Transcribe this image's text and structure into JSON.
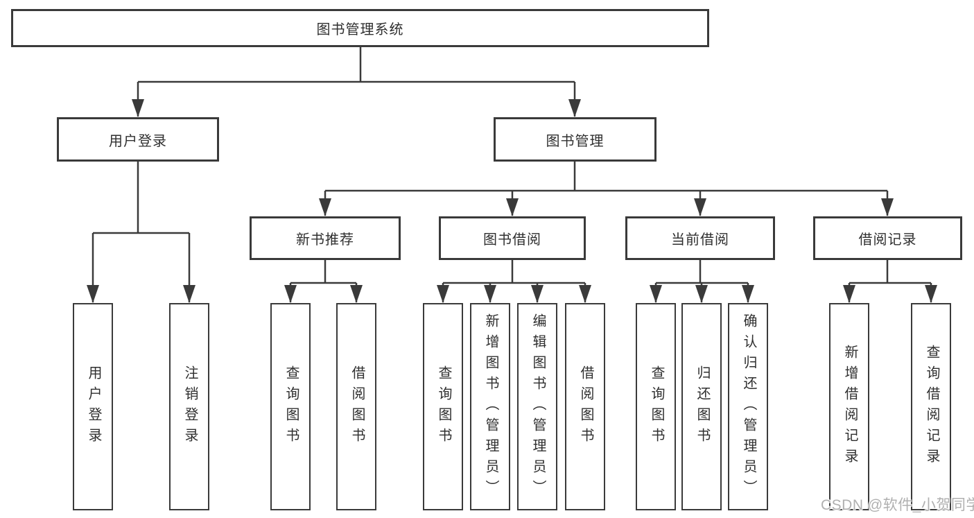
{
  "diagram": {
    "root": "图书管理系统",
    "level2": {
      "user_login": "用户登录",
      "book_mgmt": "图书管理"
    },
    "level3": {
      "new_books": "新书推荐",
      "borrow": "图书借阅",
      "current": "当前借阅",
      "records": "借阅记录"
    },
    "leaves": {
      "login": "用户登录",
      "logout": "注销登录",
      "nb_query": "查询图书",
      "nb_borrow": "借阅图书",
      "bw_query": "查询图书",
      "bw_add": "新增图书（管理员）",
      "bw_edit": "编辑图书（管理员）",
      "bw_borrow": "借阅图书",
      "cur_query": "查询图书",
      "cur_return": "归还图书",
      "cur_confirm": "确认归还（管理员）",
      "rec_add": "新增借阅记录",
      "rec_query": "查询借阅记录"
    }
  },
  "watermark": "CSDN @软件_小贺同学",
  "colors": {
    "line": "#3a3a3a",
    "text": "#2f2f2f",
    "watermark": "#b0b0b0",
    "background": "#ffffff"
  }
}
